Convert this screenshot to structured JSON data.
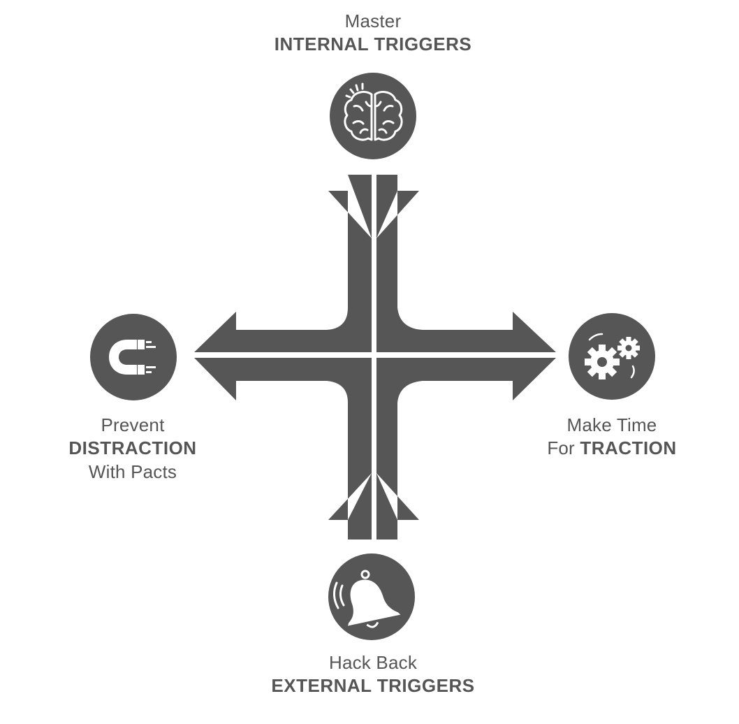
{
  "colors": {
    "shape": "#565656",
    "text": "#555555",
    "icon": "#ffffff",
    "background": "#ffffff"
  },
  "nodes": {
    "top": {
      "line1": "Master",
      "line2": "INTERNAL TRIGGERS",
      "icon": "brain-icon"
    },
    "bottom": {
      "line1": "Hack Back",
      "line2": "EXTERNAL TRIGGERS",
      "icon": "bell-icon"
    },
    "left": {
      "line1": "Prevent",
      "line2": "DISTRACTION",
      "line3": "With Pacts",
      "icon": "magnet-icon"
    },
    "right": {
      "line1": "Make Time",
      "line2_prefix": "For",
      "line2_bold": "TRACTION",
      "icon": "gears-icon"
    }
  }
}
